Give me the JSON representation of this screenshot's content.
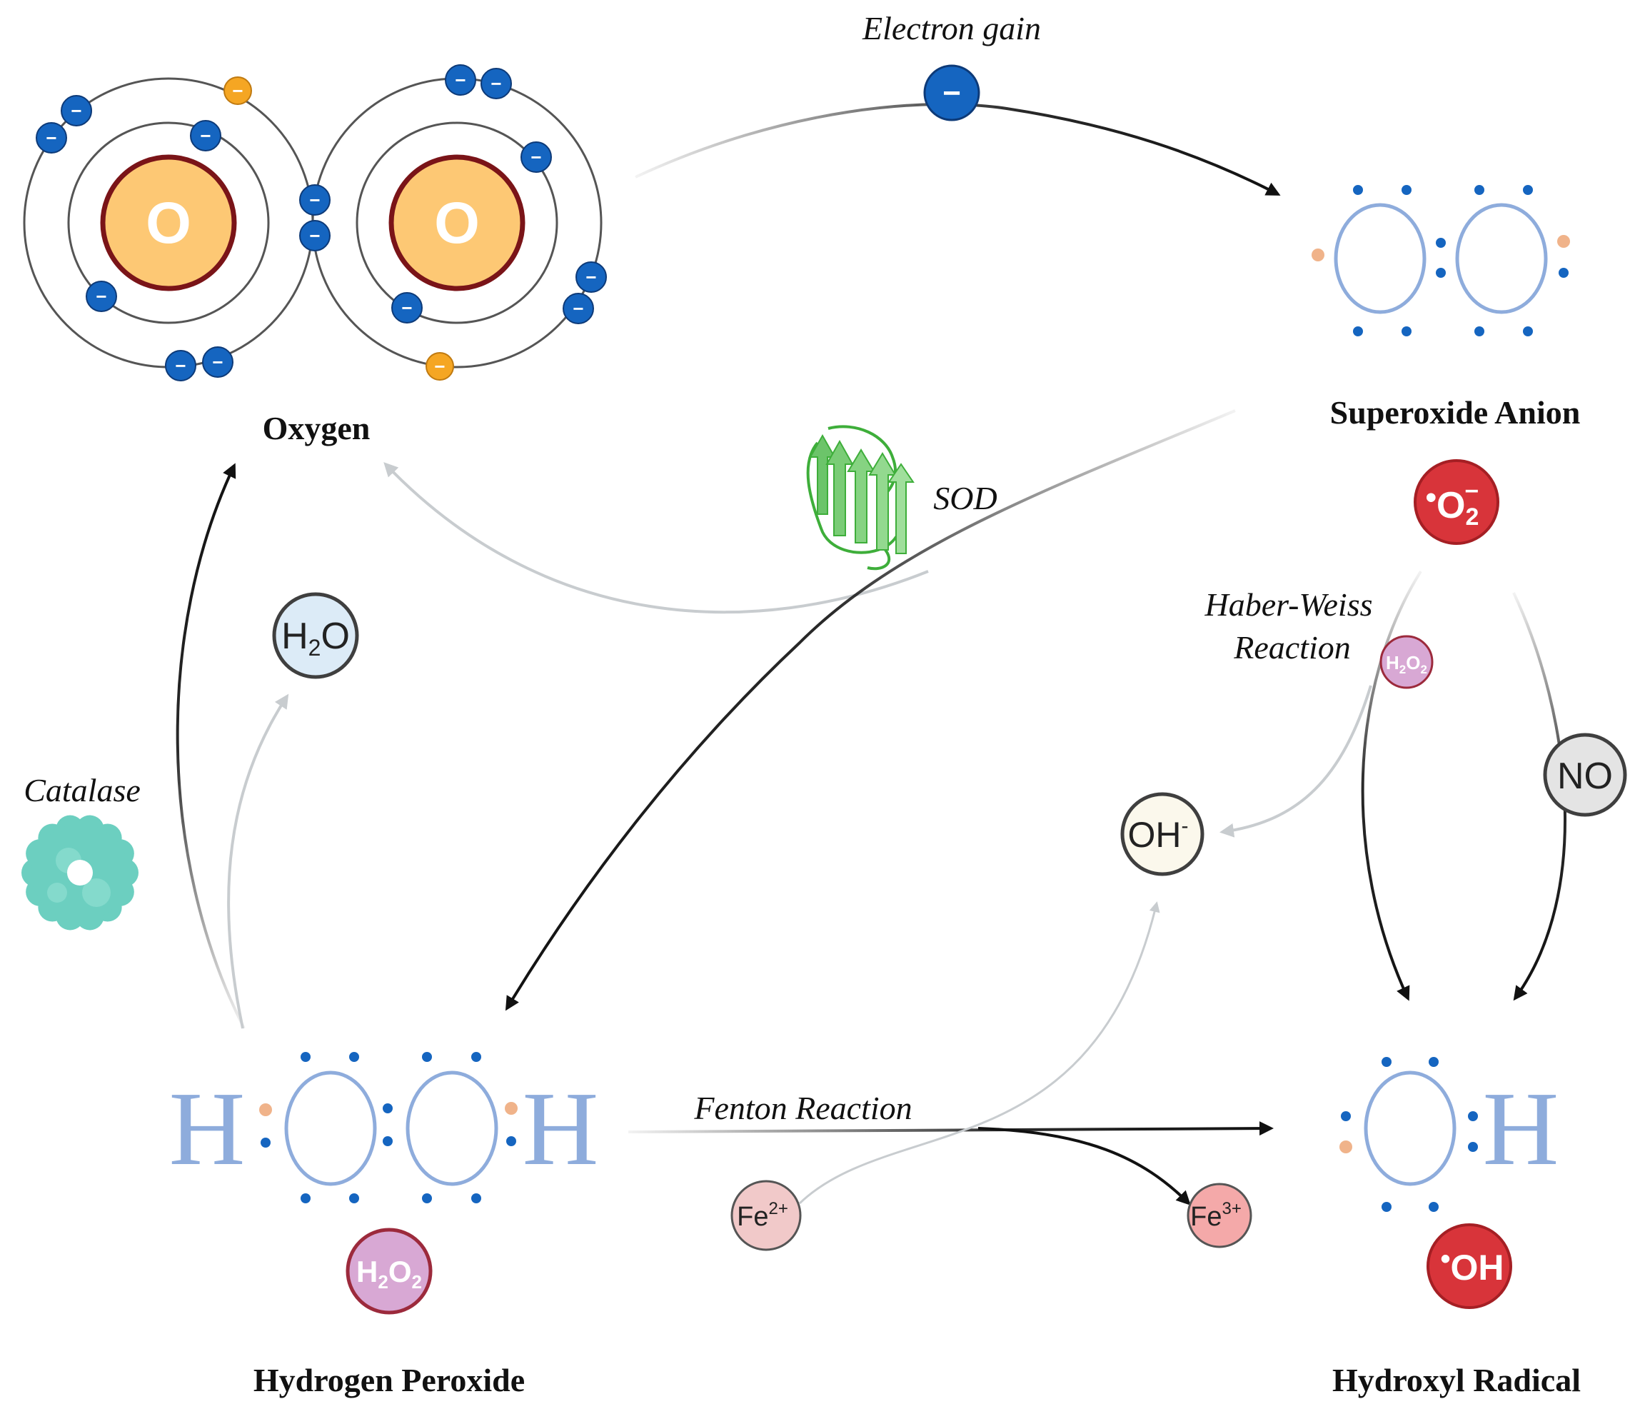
{
  "labels": {
    "electron_gain": "Electron gain",
    "oxygen": "Oxygen",
    "superoxide_anion": "Superoxide Anion",
    "sod": "SOD",
    "haber_weiss_line1": "Haber-Weiss",
    "haber_weiss_line2": "Reaction",
    "catalase": "Catalase",
    "fenton_reaction": "Fenton Reaction",
    "hydrogen_peroxide": "Hydrogen Peroxide",
    "hydroxyl_radical": "Hydroxyl Radical"
  },
  "atoms": {
    "oxygen_left": "O",
    "oxygen_right": "O",
    "electron_sign": "−"
  },
  "lewis": {
    "hp_h_left": "H",
    "hp_h_right": "H",
    "hr_h": "H"
  },
  "badges": {
    "superoxide": "•O2−",
    "water": "H2O",
    "h2o2_small": "H2O2",
    "no": "NO",
    "hydroxide": "OH−",
    "h2o2": "H2O2",
    "fe2": "Fe2+",
    "fe3": "Fe3+",
    "hydroxyl": "•OH"
  },
  "colors": {
    "electron_blue": "#1565c0",
    "electron_orange": "#f5a623",
    "nucleus_fill": "#fdc874",
    "nucleus_ring": "#7a1418",
    "lewis_blue": "#8eacdc",
    "lone_pair_orange": "#f0b38a",
    "arrow_dark": "#111111",
    "arrow_light": "#c8cccf",
    "radical_red": "#d8343a",
    "h2o2_pink": "#d8a8d4",
    "water_blue": "#dcebf7",
    "no_gray": "#e4e4e4",
    "hydroxide_cream": "#fbf8ec",
    "fe2_pink": "#f1c9c9",
    "fe3_pink": "#f4a9a9",
    "sod_green": "#3eae3a",
    "catalase_teal": "#6ccfc0"
  }
}
